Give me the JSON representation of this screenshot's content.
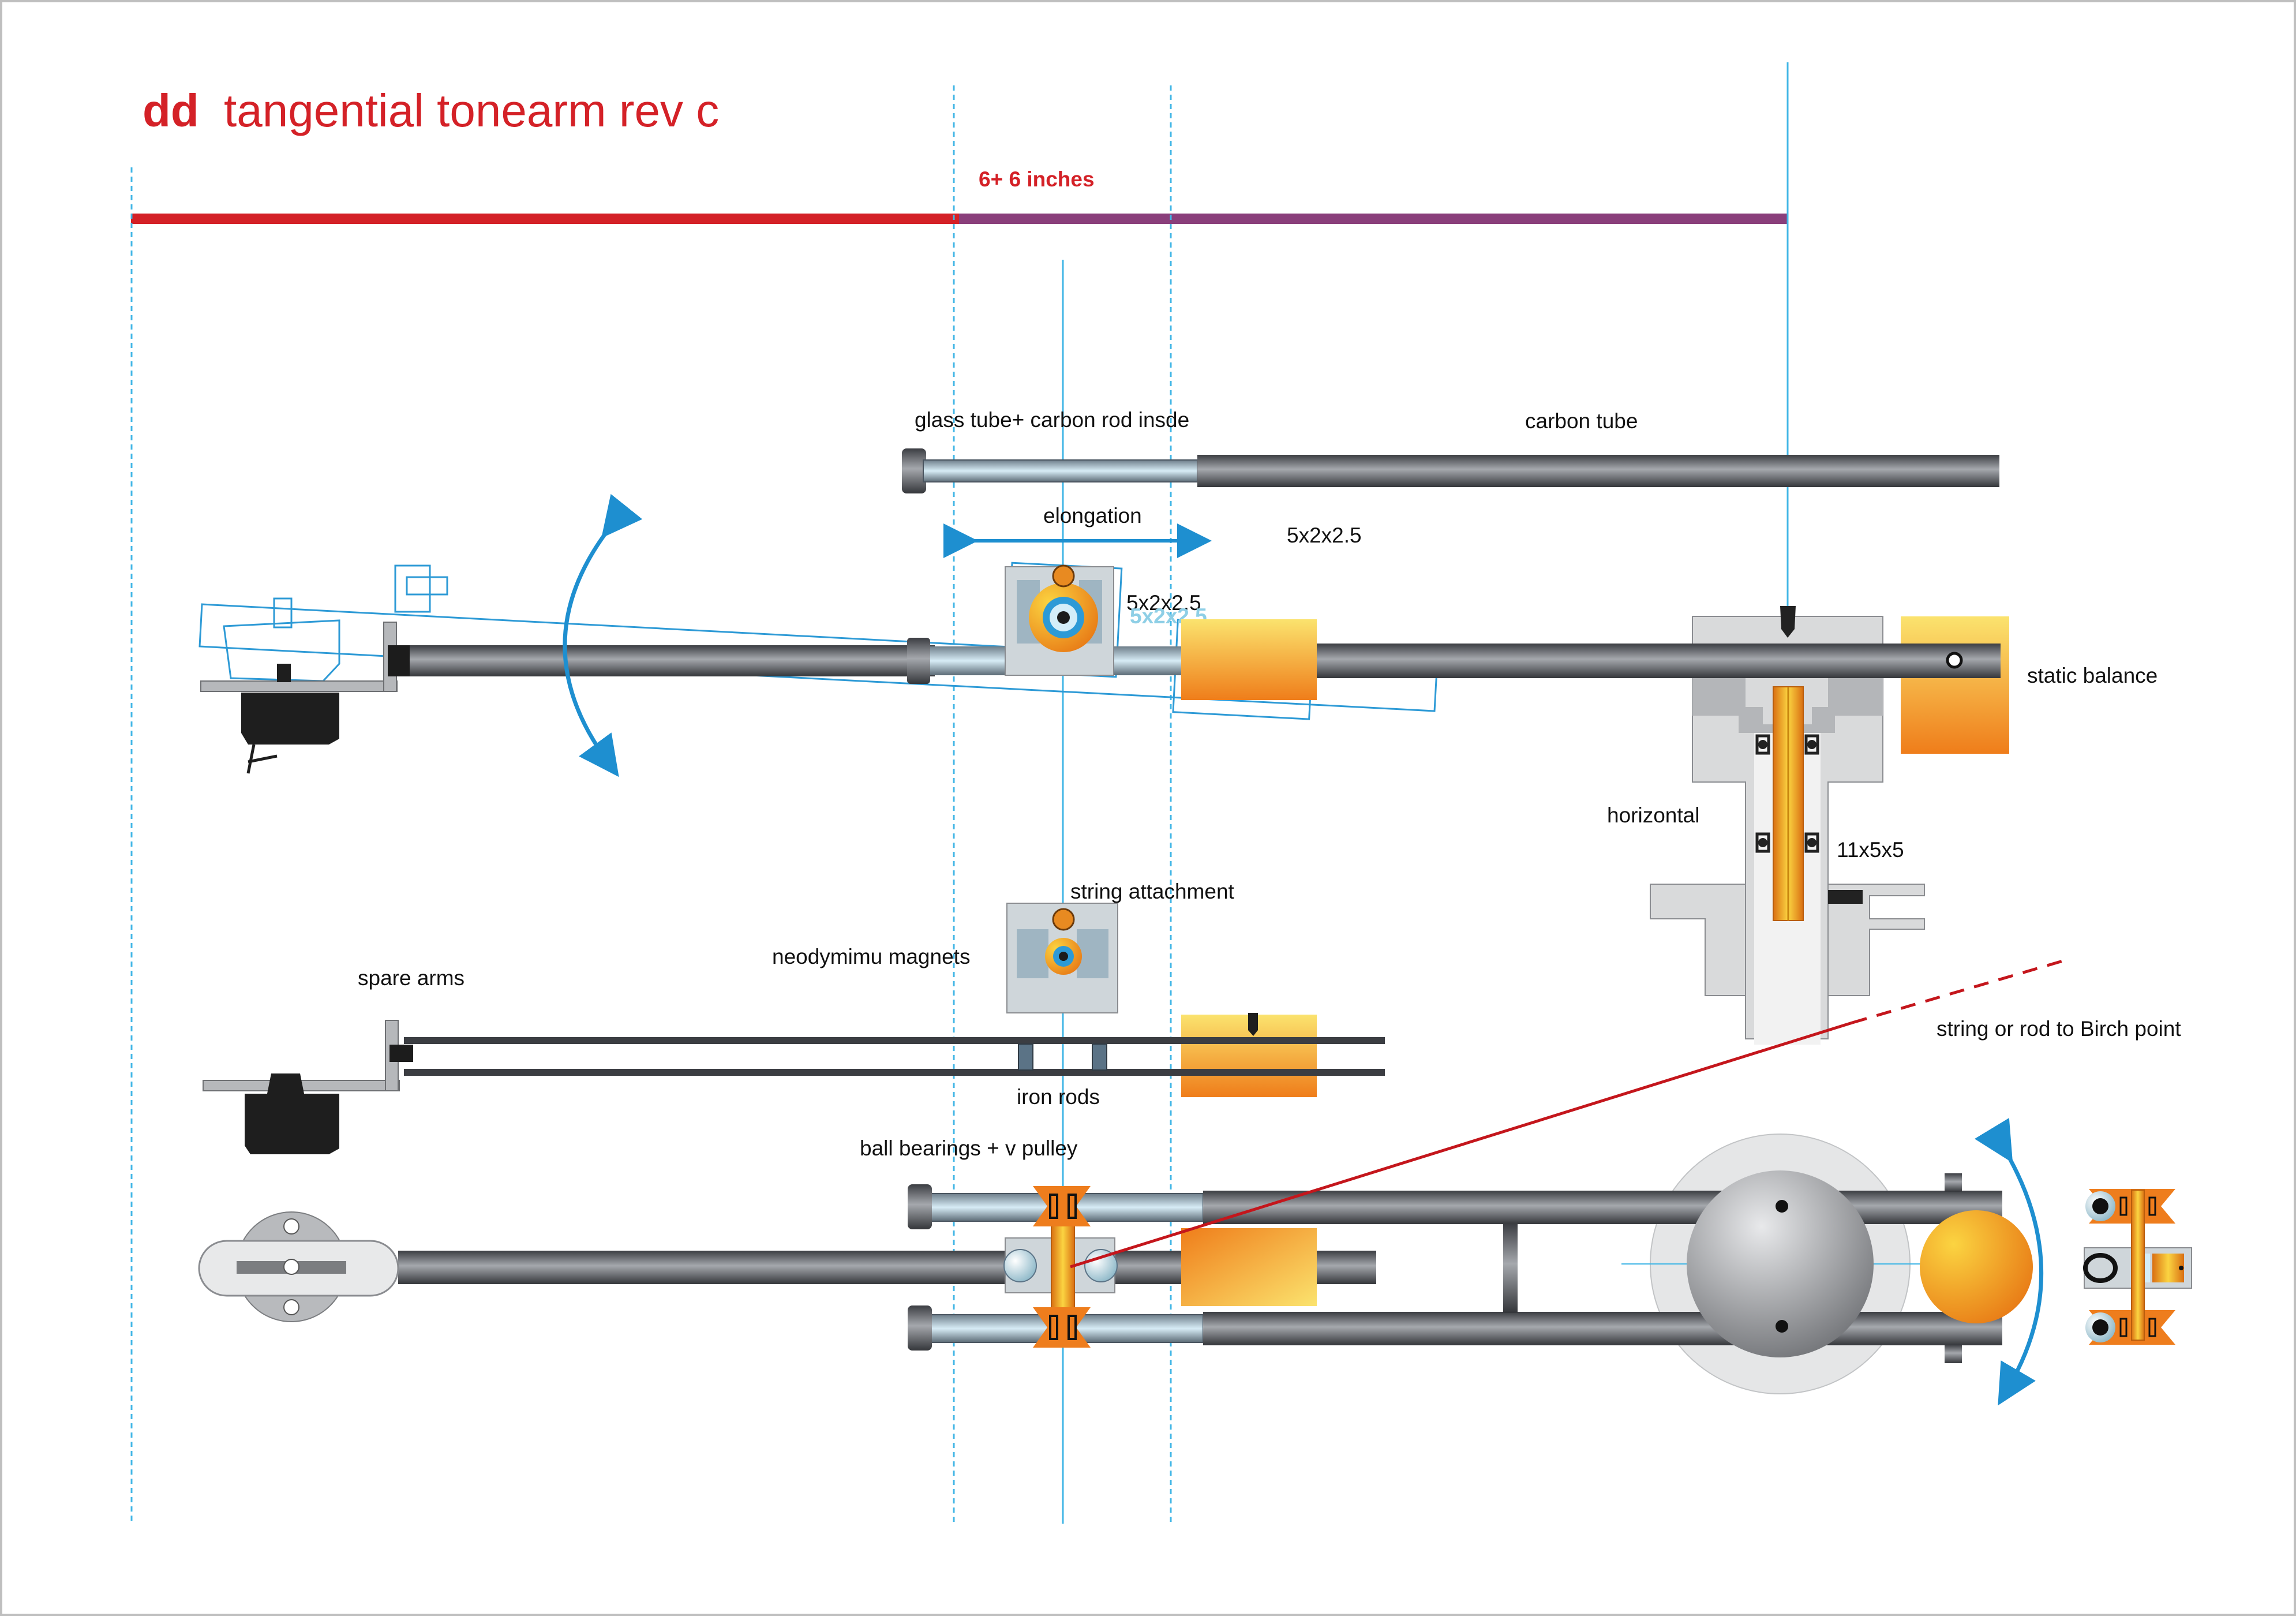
{
  "title": {
    "prefix": "dd",
    "text": "tangential tonearm rev c"
  },
  "dimension": "6+ 6 inches",
  "labels": {
    "glass_tube": "glass tube+ carbon rod insde",
    "carbon_tube": "carbon tube",
    "elongation": "elongation",
    "bearing_size": "5x2x2.5",
    "bearing_size_small": "5x2x2.5",
    "static_balance": "static balance",
    "horizontal": "horizontal",
    "vertical_bearing": "11x5x5",
    "string_attachment": "string attachment",
    "neodymium_magnets": "neodymimu magnets",
    "spare_arms": "spare arms",
    "iron_rods": "iron rods",
    "ball_bearings": "ball bearings + v pulley",
    "birch_point": "string or rod to Birch point"
  },
  "colors": {
    "title": "#d42127",
    "guide_line": "#41b6e6",
    "arrow": "#1e8fd0",
    "tube": "#55585e",
    "orange": "#f08a1c",
    "ghost_outline": "#2d9ad6"
  },
  "icons": [
    "cartridge-icon",
    "pivot-bearing-icon",
    "swing-arrow-icon",
    "counterweight-icon",
    "v-pulley-icon"
  ]
}
